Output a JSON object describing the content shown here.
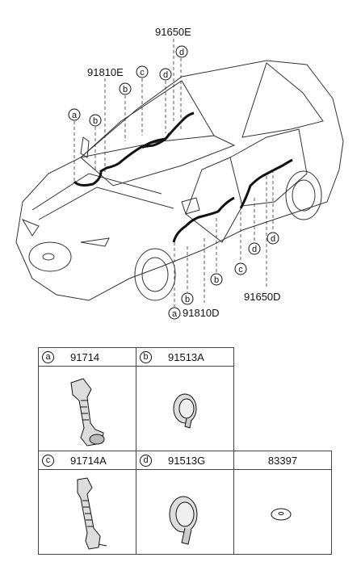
{
  "callouts": {
    "top_91650E": "91650E",
    "left_91810E": "91810E",
    "right_91650D": "91650D",
    "bottom_91810D": "91810D",
    "a": "a",
    "b": "b",
    "c": "c",
    "d": "d"
  },
  "parts_table": {
    "row1": [
      {
        "letter": "a",
        "part": "91714"
      },
      {
        "letter": "b",
        "part": "91513A"
      }
    ],
    "row2": [
      {
        "letter": "c",
        "part": "91714A"
      },
      {
        "letter": "d",
        "part": "91513G"
      },
      {
        "letter": "",
        "part": "83397"
      }
    ]
  }
}
